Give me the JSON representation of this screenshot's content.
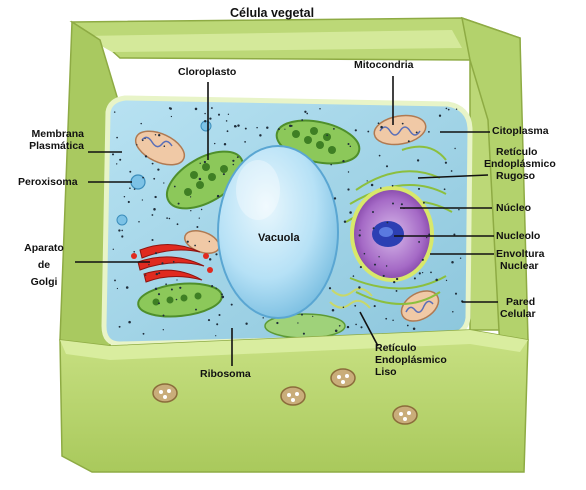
{
  "title": "Célula vegetal",
  "labels": {
    "cloroplasto": "Cloroplasto",
    "mitocondria": "Mitocondria",
    "membrana_1": "Membrana",
    "membrana_2": "Plasmática",
    "citoplasma": "Citoplasma",
    "rer_1": "Retículo",
    "rer_2": "Endoplásmico",
    "rer_3": "Rugoso",
    "peroxisoma": "Peroxisoma",
    "nucleo": "Núcleo",
    "golgi_1": "Aparato",
    "golgi_2": "de",
    "golgi_3": "Golgi",
    "vacuola": "Vacuola",
    "nucleolo": "Nucleolo",
    "envoltura_1": "Envoltura",
    "envoltura_2": "Nuclear",
    "pared_1": "Pared",
    "pared_2": "Celular",
    "rel_1": "Retículo",
    "rel_2": "Endoplásmico",
    "rel_3": "Liso",
    "ribosoma": "Ribosoma"
  },
  "colors": {
    "cell_wall": "#c4dc7c",
    "cell_wall_dark": "#9fbf52",
    "cytoplasm": "#a9d8ea",
    "vacuole": "#b9e3f7",
    "chloroplast": "#8cc85a",
    "golgi": "#e02a1f",
    "nucleus": "#a66bc6",
    "nucleolus": "#2c3fb3"
  }
}
